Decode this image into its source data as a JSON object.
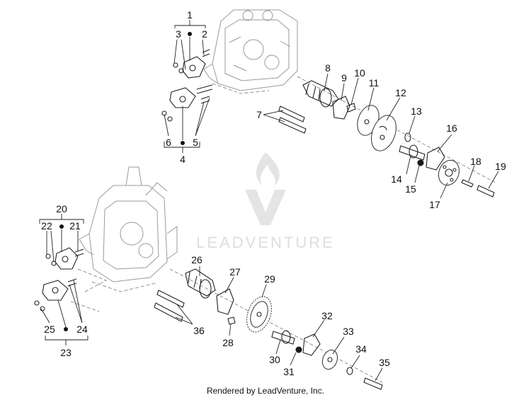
{
  "watermark": {
    "brand": "LEADVENTURE"
  },
  "footer": {
    "credit": "Rendered by LeadVenture, Inc."
  },
  "callouts": {
    "c1": "1",
    "c2": "2",
    "c3": "3",
    "c4": "4",
    "c5": "5",
    "c6": "6",
    "c7": "7",
    "c8": "8",
    "c9": "9",
    "c10": "10",
    "c11": "11",
    "c12": "12",
    "c13": "13",
    "c14": "14",
    "c15": "15",
    "c16": "16",
    "c17": "17",
    "c18": "18",
    "c19": "19",
    "c20": "20",
    "c21": "21",
    "c22": "22",
    "c23": "23",
    "c24": "24",
    "c25": "25",
    "c26": "26",
    "c27": "27",
    "c28": "28",
    "c29": "29",
    "c30": "30",
    "c31": "31",
    "c32": "32",
    "c33": "33",
    "c34": "34",
    "c35": "35",
    "c36": "36"
  }
}
